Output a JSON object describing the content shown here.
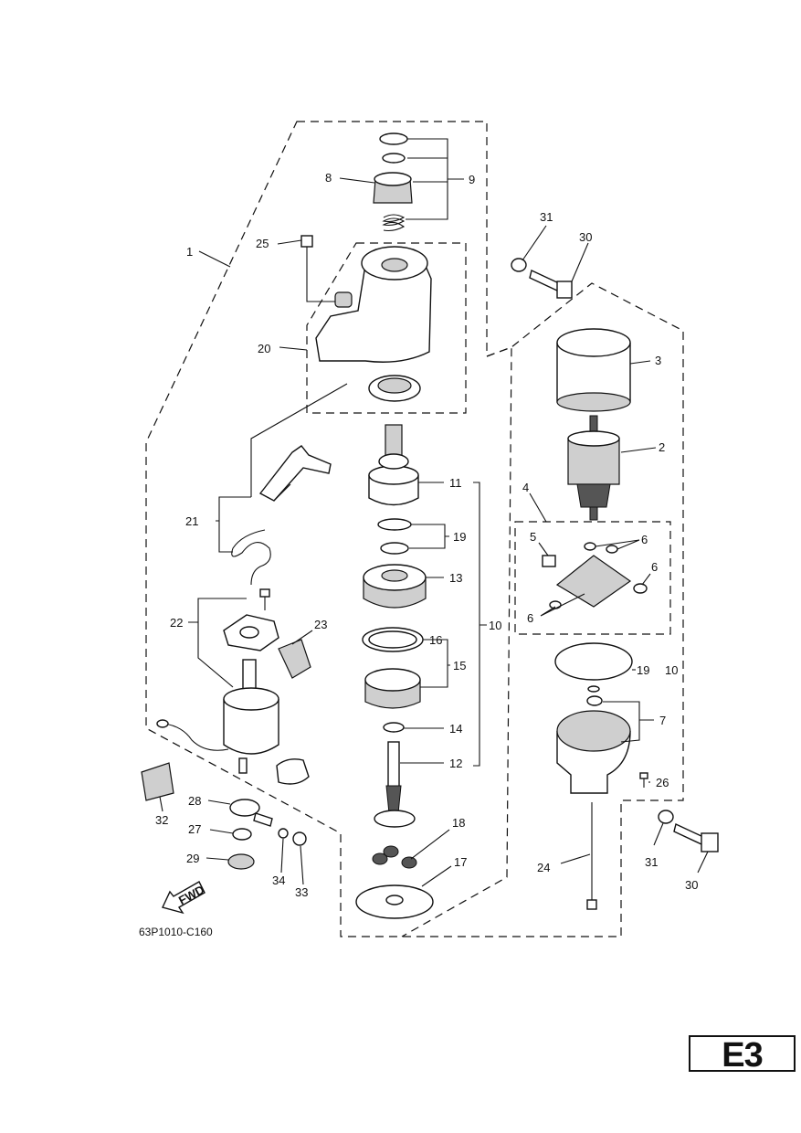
{
  "diagram": {
    "drawing_code": "63P1010-C160",
    "fwd_label": "FWD",
    "section": "E3",
    "callouts": [
      {
        "id": "c1",
        "text": "1"
      },
      {
        "id": "c2",
        "text": "2"
      },
      {
        "id": "c3",
        "text": "3"
      },
      {
        "id": "c4",
        "text": "4"
      },
      {
        "id": "c5",
        "text": "5"
      },
      {
        "id": "c6a",
        "text": "6"
      },
      {
        "id": "c6b",
        "text": "6"
      },
      {
        "id": "c6c",
        "text": "6"
      },
      {
        "id": "c7",
        "text": "7"
      },
      {
        "id": "c8",
        "text": "8"
      },
      {
        "id": "c9",
        "text": "9"
      },
      {
        "id": "c10a",
        "text": "10"
      },
      {
        "id": "c10b",
        "text": "10"
      },
      {
        "id": "c11",
        "text": "11"
      },
      {
        "id": "c12",
        "text": "12"
      },
      {
        "id": "c13",
        "text": "13"
      },
      {
        "id": "c14",
        "text": "14"
      },
      {
        "id": "c15",
        "text": "15"
      },
      {
        "id": "c16",
        "text": "16"
      },
      {
        "id": "c17",
        "text": "17"
      },
      {
        "id": "c18",
        "text": "18"
      },
      {
        "id": "c19a",
        "text": "19"
      },
      {
        "id": "c19b",
        "text": "19"
      },
      {
        "id": "c20",
        "text": "20"
      },
      {
        "id": "c21",
        "text": "21"
      },
      {
        "id": "c22",
        "text": "22"
      },
      {
        "id": "c23",
        "text": "23"
      },
      {
        "id": "c24",
        "text": "24"
      },
      {
        "id": "c25",
        "text": "25"
      },
      {
        "id": "c26",
        "text": "26"
      },
      {
        "id": "c27",
        "text": "27"
      },
      {
        "id": "c28",
        "text": "28"
      },
      {
        "id": "c29",
        "text": "29"
      },
      {
        "id": "c30a",
        "text": "30"
      },
      {
        "id": "c30b",
        "text": "30"
      },
      {
        "id": "c31a",
        "text": "31"
      },
      {
        "id": "c31b",
        "text": "31"
      },
      {
        "id": "c32",
        "text": "32"
      },
      {
        "id": "c33",
        "text": "33"
      },
      {
        "id": "c34",
        "text": "34"
      }
    ]
  }
}
